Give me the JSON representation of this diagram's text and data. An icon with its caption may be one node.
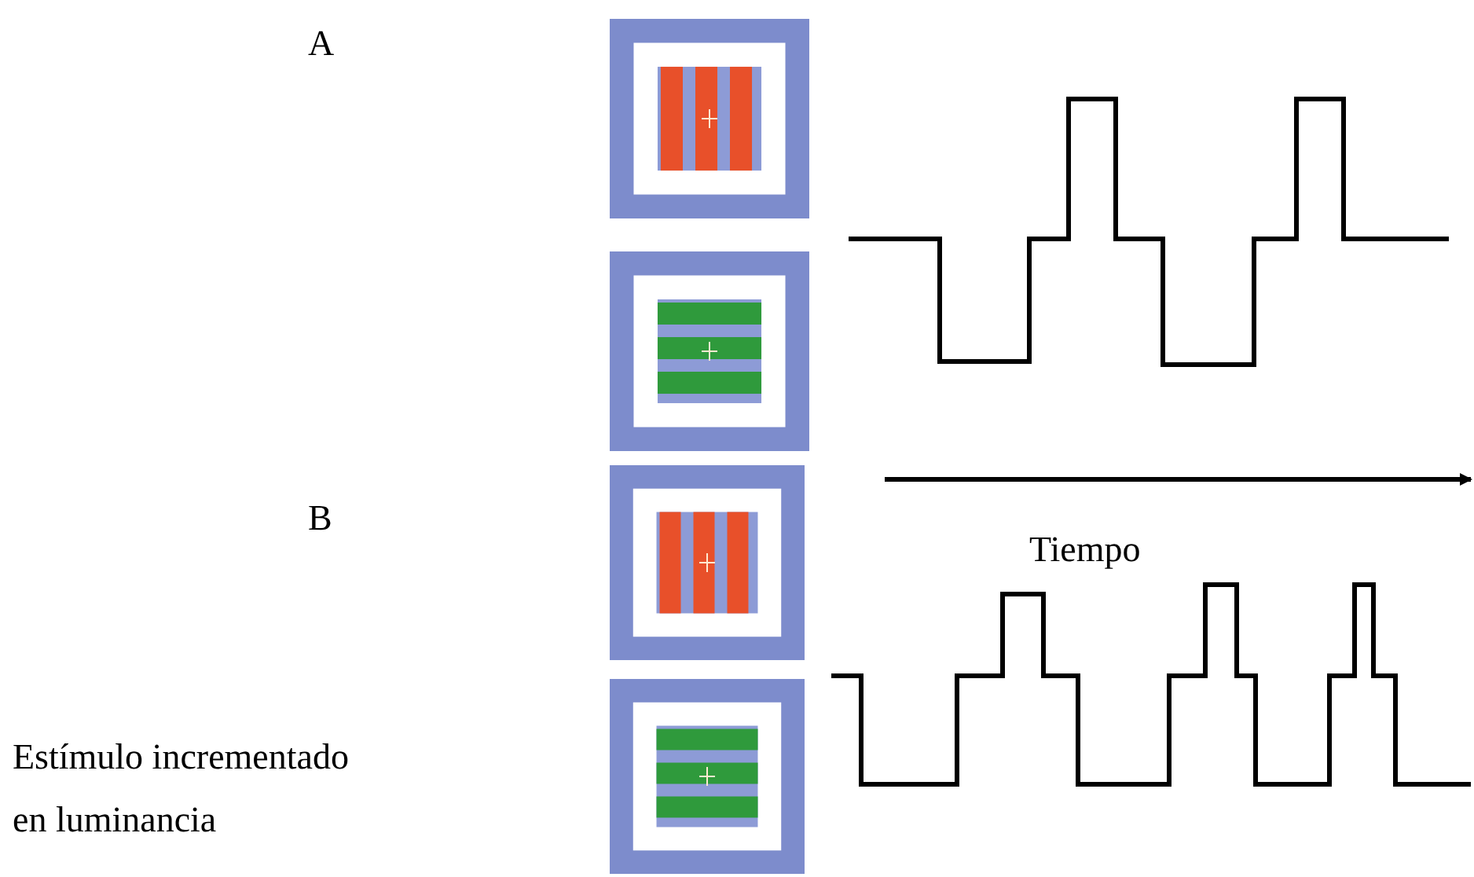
{
  "diagram": {
    "labels": [
      "A",
      "B",
      "Tiempo",
      "Estímulo incrementado en luminancia"
    ]
  }
}
